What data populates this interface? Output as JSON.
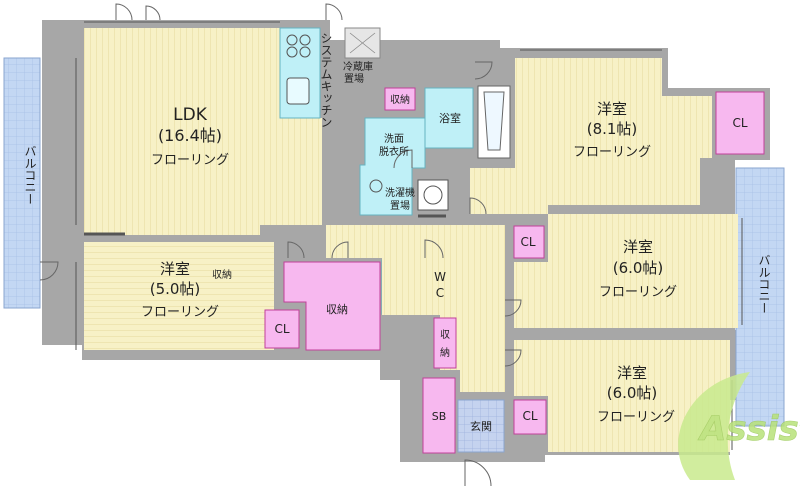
{
  "rooms": {
    "ldk": {
      "name": "LDK",
      "size": "(16.4帖)",
      "floor": "フローリング"
    },
    "w81": {
      "name": "洋室",
      "size": "(8.1帖)",
      "floor": "フローリング"
    },
    "w50": {
      "name": "洋室",
      "size": "(5.0帖)",
      "floor": "フローリング",
      "storage_note": "収納"
    },
    "w60a": {
      "name": "洋室",
      "size": "(6.0帖)",
      "floor": "フローリング"
    },
    "w60b": {
      "name": "洋室",
      "size": "(6.0帖)",
      "floor": "フローリング"
    }
  },
  "labels": {
    "kitchen": "システムキッチン",
    "fridge": [
      "冷蔵庫",
      "置場"
    ],
    "bath": "浴室",
    "shuno_small": "収納",
    "washroom": [
      "洗面",
      "脱衣所"
    ],
    "laundry": [
      "洗濯機",
      "置場"
    ],
    "wc": [
      "W",
      "C"
    ],
    "shuno_big": "収納",
    "shuno_hall": [
      "収",
      "納"
    ],
    "cl": "CL",
    "sb": "SB",
    "genkan": "玄関",
    "balcony": "バルコニー"
  },
  "watermark": "Assist",
  "colors": {
    "flooring": "#f7f1c6",
    "flooring_line": "#e6dca0",
    "wet": "#bff0f7",
    "storage": "#f7b8ef",
    "storage_stroke": "#c0409a",
    "balcony": "#c3d7f3",
    "wall": "#a7a7a7",
    "genkan": "#c5d3ef",
    "watermark": "#b8e27a"
  }
}
